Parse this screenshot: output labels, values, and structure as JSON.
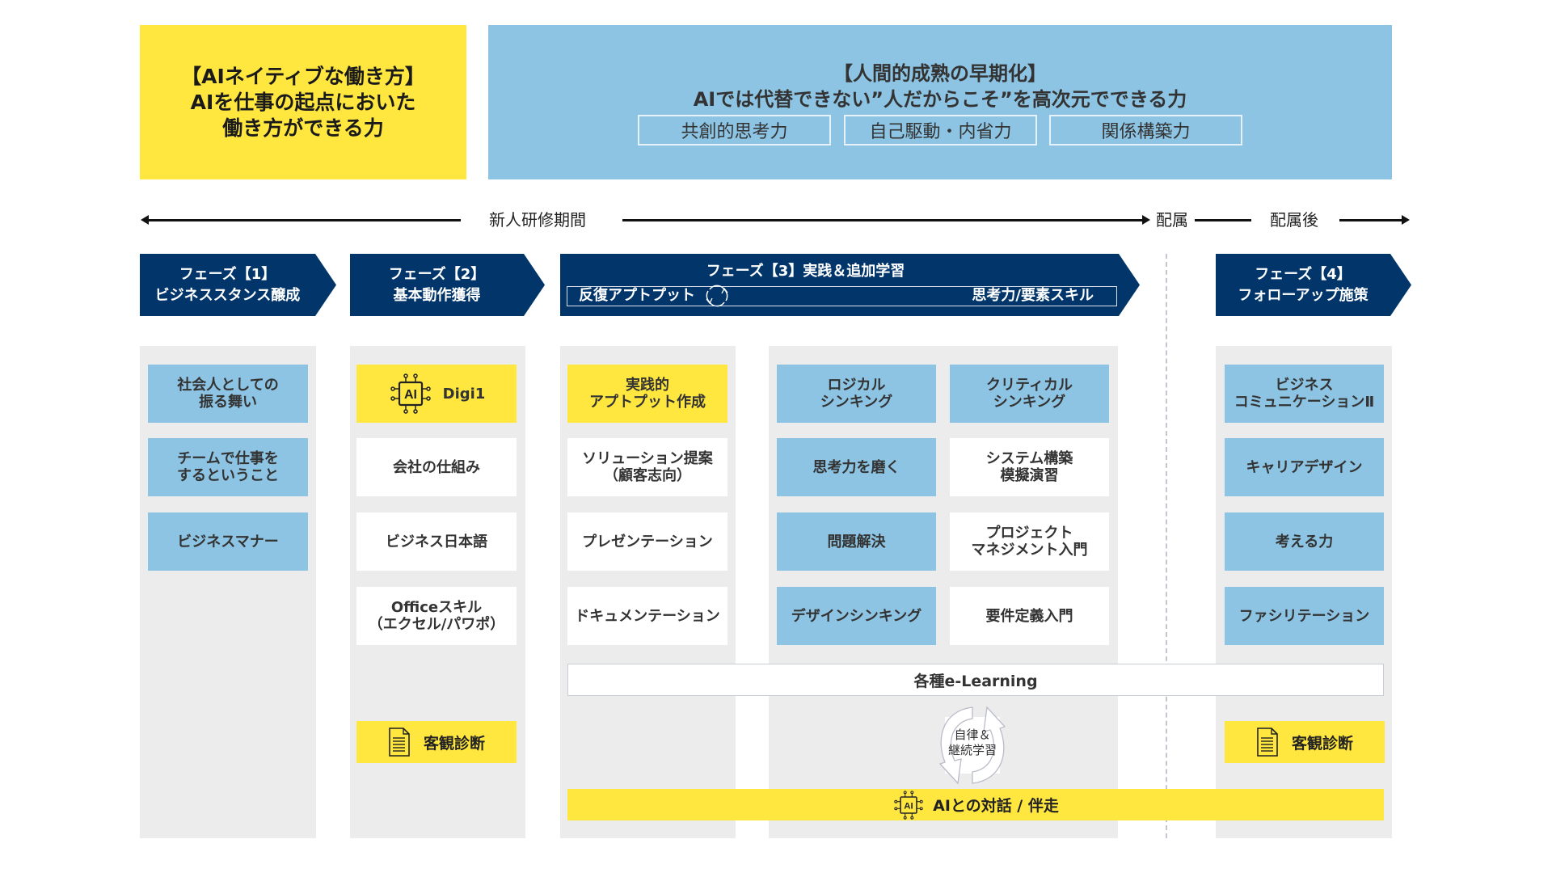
{
  "goals": {
    "ai_native": {
      "lines": [
        "【AIネイティブな働き方】",
        "AIを仕事の起点においた",
        "働き方ができる力"
      ]
    },
    "human_maturity": {
      "title": "【人間的成熟の早期化】",
      "subtitle": "AIでは代替できない”人だからこそ”を高次元でできる力",
      "skills": [
        "共創的思考力",
        "自己駆動・内省力",
        "関係構築力"
      ]
    }
  },
  "timeline": {
    "training_period": "新人研修期間",
    "assignment": "配属",
    "post_assignment": "配属後"
  },
  "phases": [
    {
      "title": "フェーズ【1】",
      "subtitle": "ビジネススタンス醸成"
    },
    {
      "title": "フェーズ【2】",
      "subtitle": "基本動作獲得"
    },
    {
      "title": "フェーズ【3】実践＆追加学習",
      "left_label": "反復アプトプット",
      "right_label": "思考力/要素スキル"
    },
    {
      "title": "フェーズ【4】",
      "subtitle": "フォローアップ施策"
    }
  ],
  "columns": {
    "phase1": [
      {
        "label": "社会人としての\n振る舞い",
        "style": "blue"
      },
      {
        "label": "チームで仕事を\nするということ",
        "style": "blue"
      },
      {
        "label": "ビジネスマナー",
        "style": "blue"
      }
    ],
    "phase2": [
      {
        "label": "Digi1",
        "icon": "ai-chip-icon",
        "style": "yellow"
      },
      {
        "label": "会社の仕組み",
        "style": "white"
      },
      {
        "label": "ビジネス日本語",
        "style": "white"
      },
      {
        "label": "Officeスキル\n（エクセル/パワポ）",
        "style": "white"
      }
    ],
    "phase3_output": [
      {
        "label": "実践的\nアプトプット作成",
        "style": "yellow"
      },
      {
        "label": "ソリューション提案\n（顧客志向）",
        "style": "white"
      },
      {
        "label": "プレゼンテーション",
        "style": "white"
      },
      {
        "label": "ドキュメンテーション",
        "style": "white"
      }
    ],
    "phase3_skills_left": [
      {
        "label": "ロジカル\nシンキング",
        "style": "blue"
      },
      {
        "label": "思考力を磨く",
        "style": "blue"
      },
      {
        "label": "問題解決",
        "style": "blue"
      },
      {
        "label": "デザインシンキング",
        "style": "blue"
      }
    ],
    "phase3_skills_right": [
      {
        "label": "クリティカル\nシンキング",
        "style": "blue"
      },
      {
        "label": "システム構築\n模擬演習",
        "style": "white"
      },
      {
        "label": "プロジェクト\nマネジメント入門",
        "style": "white"
      },
      {
        "label": "要件定義入門",
        "style": "white"
      }
    ],
    "phase4": [
      {
        "label": "ビジネス\nコミュニケーションⅡ",
        "style": "blue"
      },
      {
        "label": "キャリアデザイン",
        "style": "blue"
      },
      {
        "label": "考える力",
        "style": "blue"
      },
      {
        "label": "ファシリテーション",
        "style": "blue"
      }
    ]
  },
  "assessment": {
    "label": "客観診断",
    "icon": "document-icon"
  },
  "elearning": {
    "label": "各種e-Learning"
  },
  "cycle": {
    "label": "自律＆\n継続学習",
    "icon": "cycle-arrows-icon"
  },
  "ai_companion": {
    "label": "AIとの対話 / 伴走",
    "icon": "ai-chip-icon"
  },
  "colors": {
    "yellow": "#ffe740",
    "light_blue": "#8dc4e3",
    "navy": "#02366b",
    "panel_gray": "#ececec",
    "text_dark": "#333333"
  }
}
